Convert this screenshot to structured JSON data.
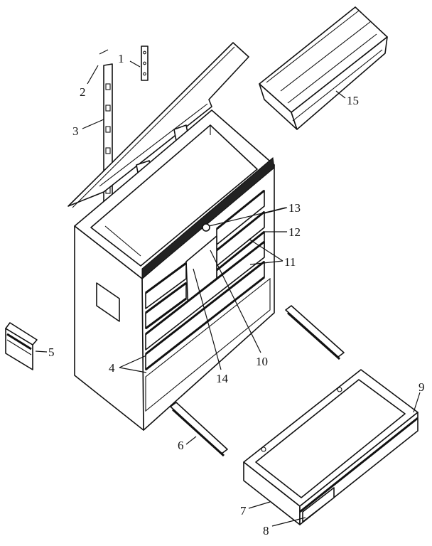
{
  "callouts": {
    "p1": "1",
    "p2": "2",
    "p3": "3",
    "p4": "4",
    "p5": "5",
    "p6": "6",
    "p7": "7",
    "p8": "8",
    "p9": "9",
    "p10": "10",
    "p11": "11",
    "p12": "12",
    "p13": "13",
    "p14": "14",
    "p15": "15"
  },
  "colors": {
    "line": "#111111",
    "background": "#ffffff"
  }
}
